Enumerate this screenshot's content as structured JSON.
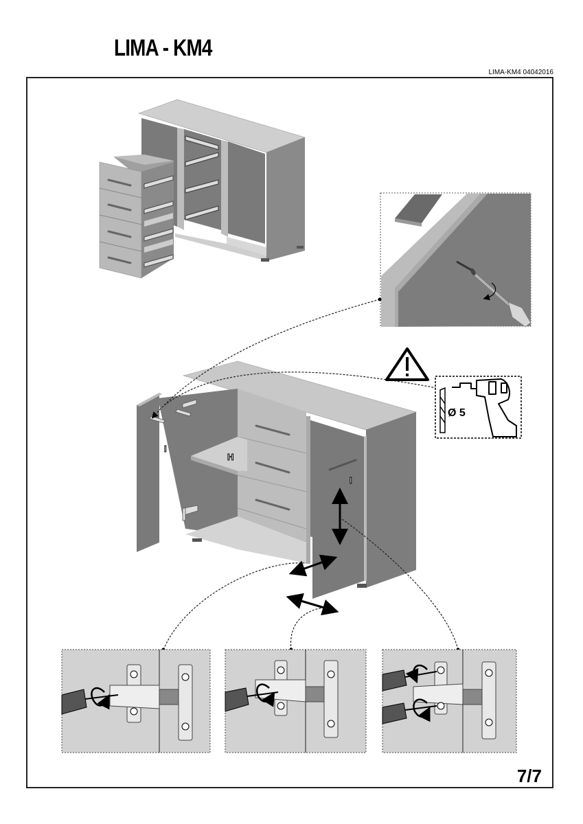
{
  "header": {
    "title": "LIMA - KM4",
    "doc_code": "LIMA-KM4 04042016"
  },
  "footer": {
    "page_number": "7/7"
  },
  "diagram": {
    "part_labels": {
      "left_door": "I",
      "shelf": "H",
      "right_door": "I"
    },
    "drill_callout": {
      "diameter_label": "Ø 5"
    },
    "icons": [
      "warning-triangle-icon",
      "drill-icon",
      "drill-bit-icon",
      "screwdriver-icon",
      "rotate-arrow-icon",
      "adjust-arrow-icon"
    ],
    "colors": {
      "panel_dark": "#7a7a7a",
      "panel_mid": "#a8a8a8",
      "panel_light": "#cfcfcf",
      "hinge_bg": "#d2d2d2",
      "line": "#000000"
    }
  }
}
